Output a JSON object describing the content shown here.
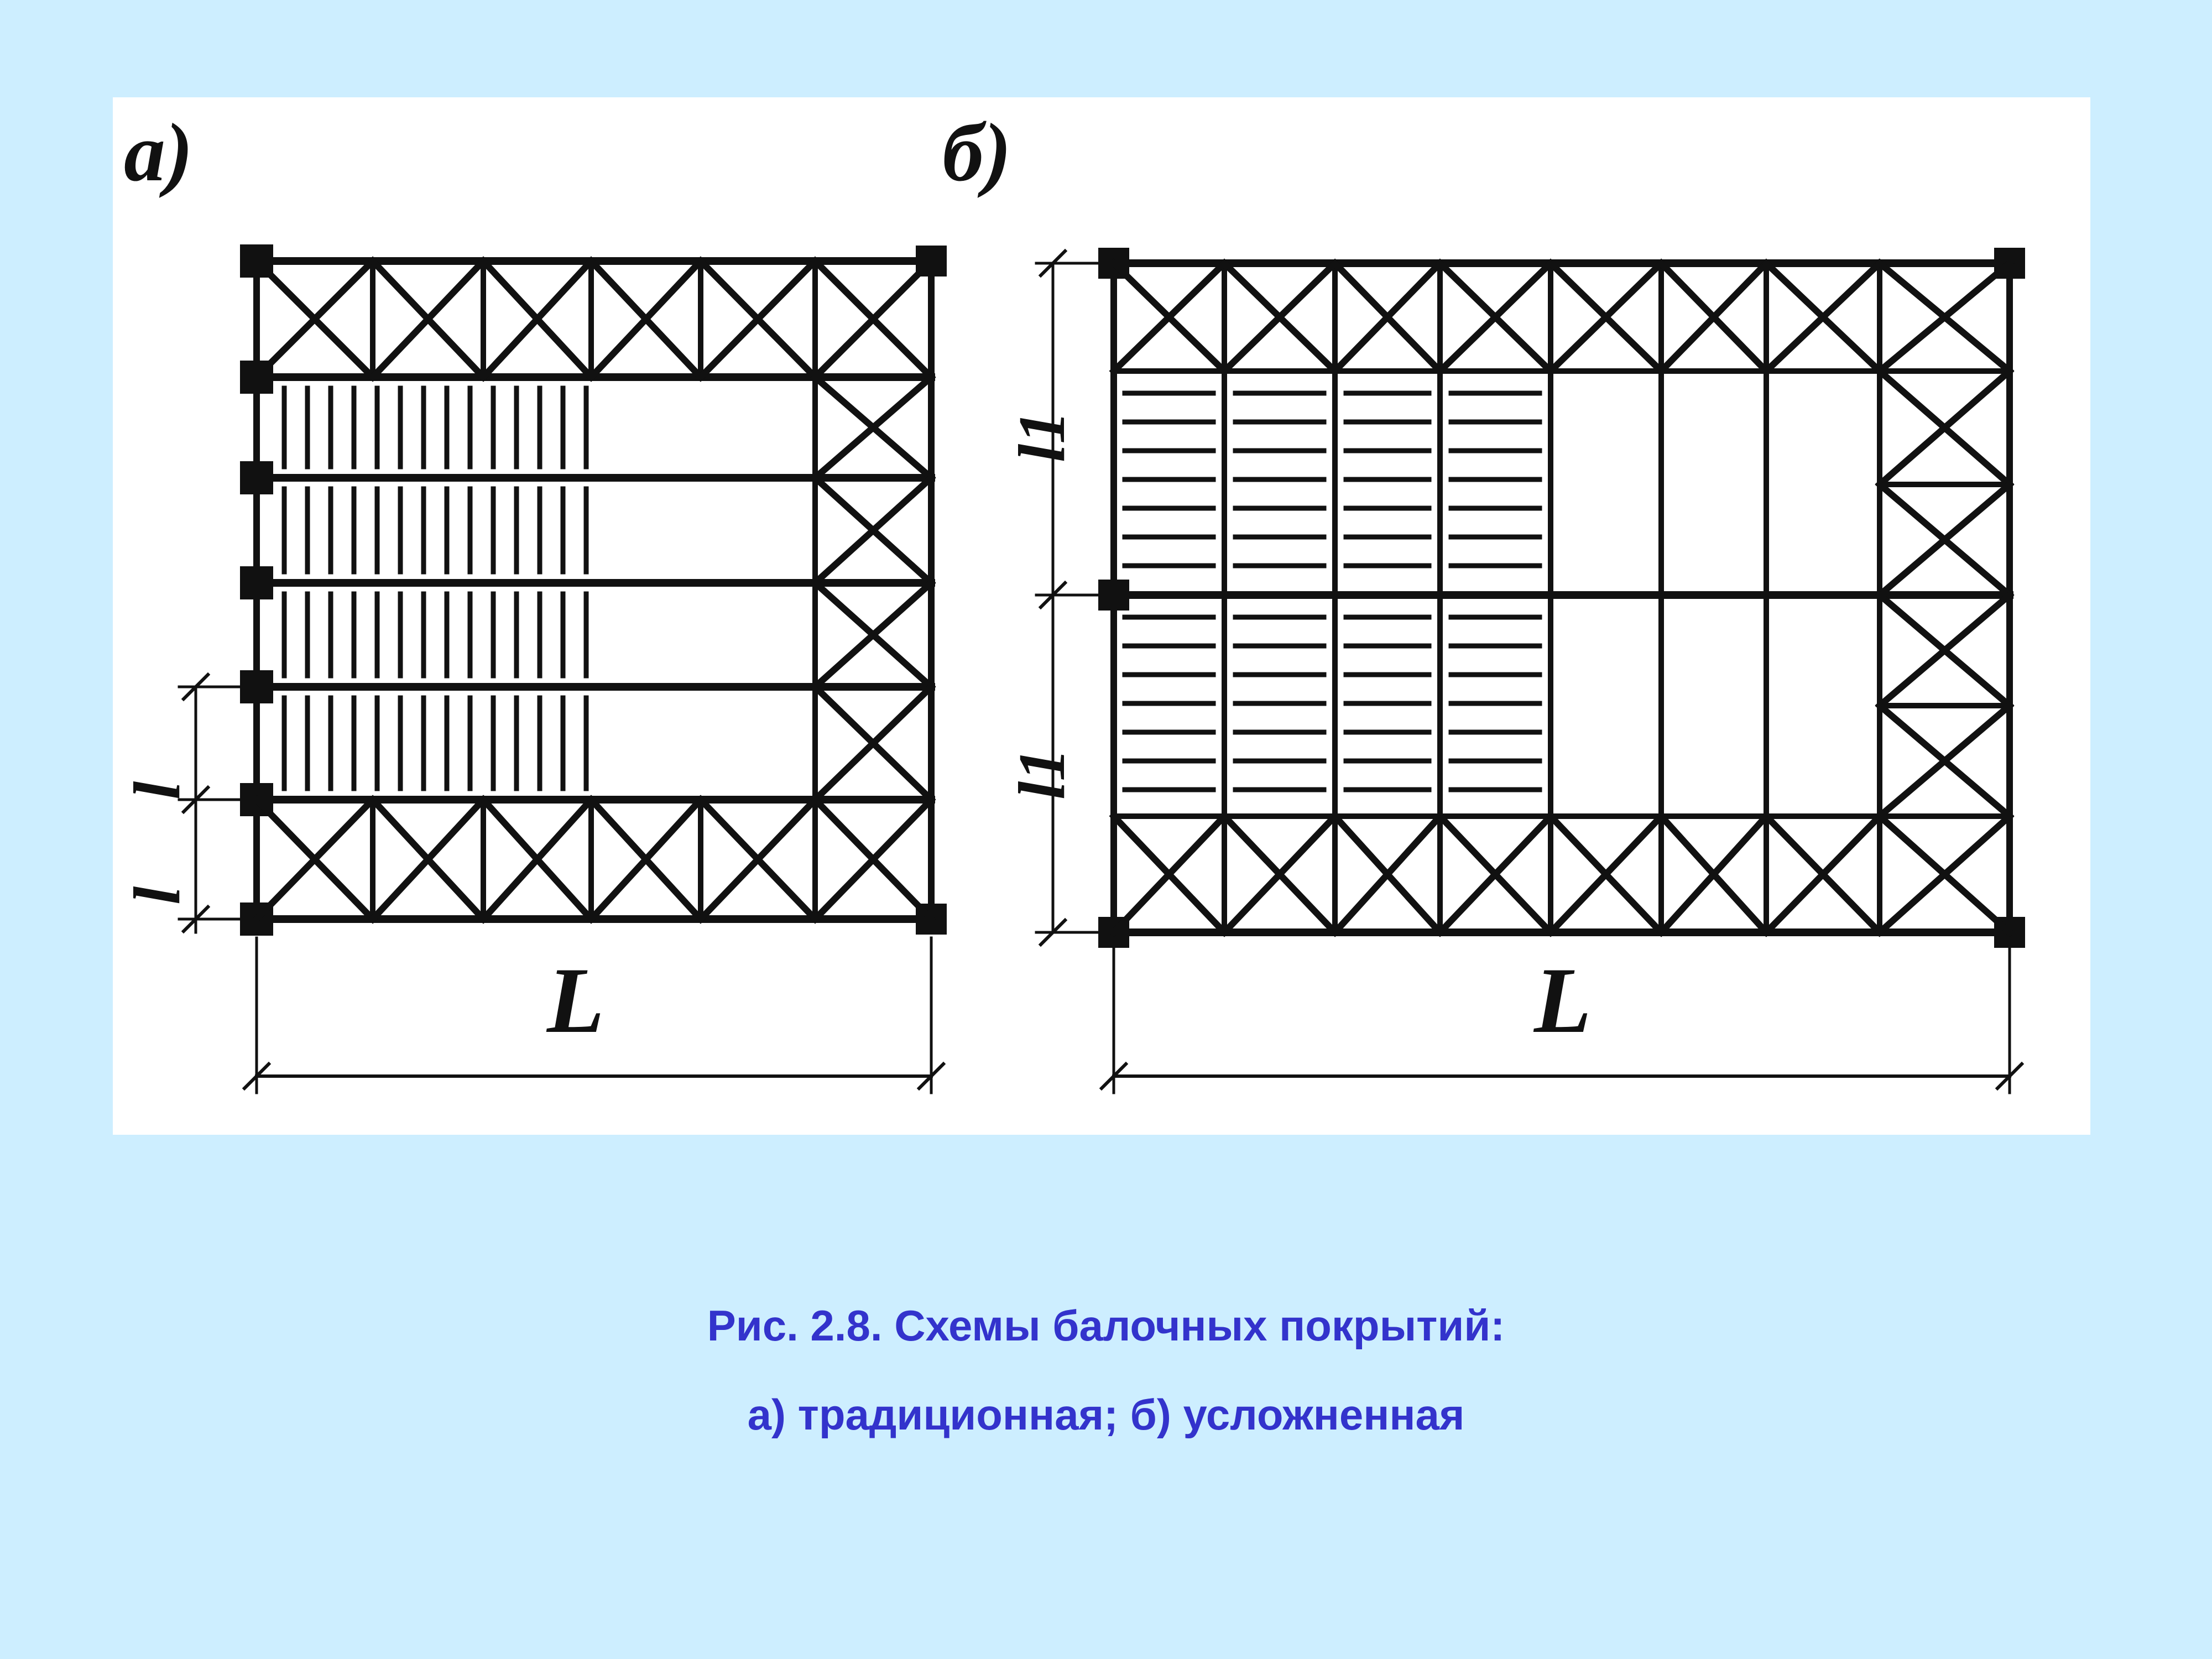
{
  "caption": {
    "line1": "Рис. 2.8. Схемы балочных покрытий:",
    "line2": "а) традиционная; б) усложненная"
  },
  "diagram_a": {
    "label": "а)",
    "span_label": "L",
    "bay_label": "l"
  },
  "diagram_b": {
    "label": "б)",
    "span_label": "L",
    "bay_label": "l1"
  },
  "colors": {
    "background": "#cdeeff",
    "panel": "#ffffff",
    "ink": "#111111",
    "caption": "#3333cc"
  }
}
